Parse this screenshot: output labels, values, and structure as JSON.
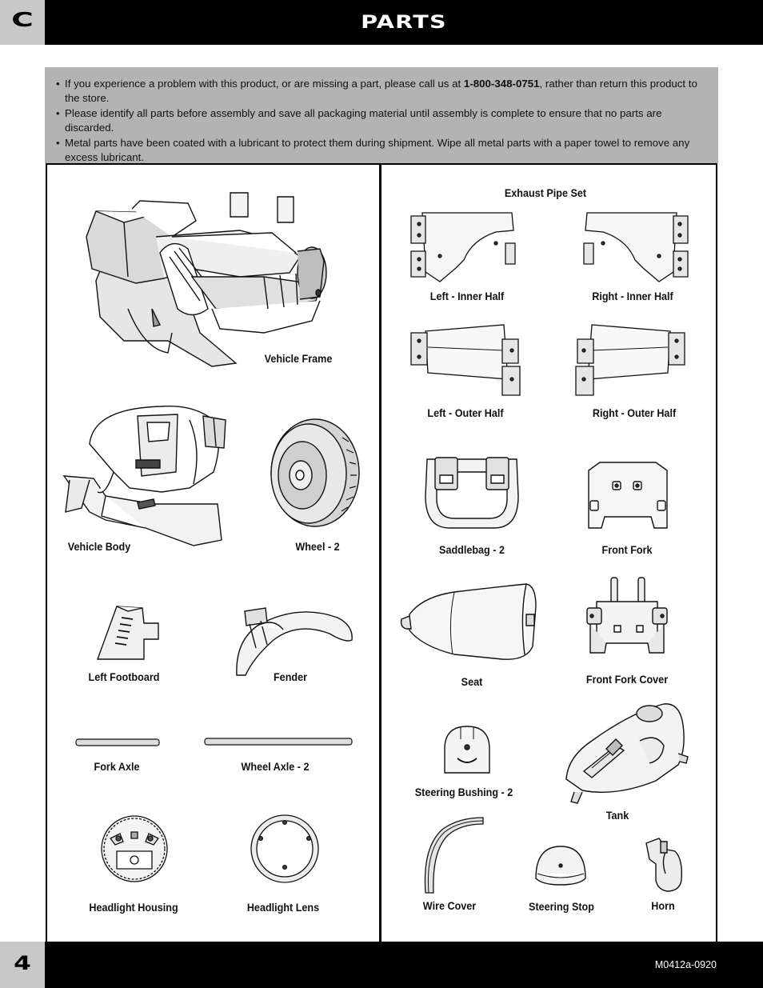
{
  "header": {
    "section_letter": "C",
    "title": "PARTS"
  },
  "notes": [
    {
      "before": "If you experience a problem with this product, or are missing a part, please call us at ",
      "bold": "1-800-348-0751",
      "after": ", rather than return this product to the store."
    },
    {
      "before": "Please identify all parts before assembly and save all packaging material until assembly is complete to ensure that no parts are discarded.",
      "bold": "",
      "after": ""
    },
    {
      "before": "Metal parts have been coated with a lubricant to protect them during shipment. Wipe all metal parts with a paper towel to remove any excess lubricant.",
      "bold": "",
      "after": ""
    }
  ],
  "bullet": "•",
  "parts": {
    "vehicle_frame": "Vehicle Frame",
    "vehicle_body": "Vehicle Body",
    "wheel": "Wheel - 2",
    "left_footboard": "Left Footboard",
    "fender": "Fender",
    "fork_axle": "Fork Axle",
    "wheel_axle": "Wheel Axle - 2",
    "headlight_housing": "Headlight Housing",
    "headlight_lens": "Headlight Lens",
    "exhaust_pipe_set": "Exhaust Pipe Set",
    "left_inner_half": "Left - Inner Half",
    "right_inner_half": "Right - Inner Half",
    "left_outer_half": "Left - Outer Half",
    "right_outer_half": "Right - Outer Half",
    "saddlebag": "Saddlebag - 2",
    "front_fork": "Front Fork",
    "seat": "Seat",
    "front_fork_cover": "Front Fork Cover",
    "steering_bushing": "Steering Bushing - 2",
    "tank": "Tank",
    "wire_cover": "Wire Cover",
    "steering_stop": "Steering Stop",
    "horn": "Horn"
  },
  "footer": {
    "page_number": "4",
    "doc_code": "M0412a-0920"
  },
  "colors": {
    "header_bar": "#000000",
    "tab_gray": "#c8c8c8",
    "notes_background": "#b3b3b3"
  }
}
